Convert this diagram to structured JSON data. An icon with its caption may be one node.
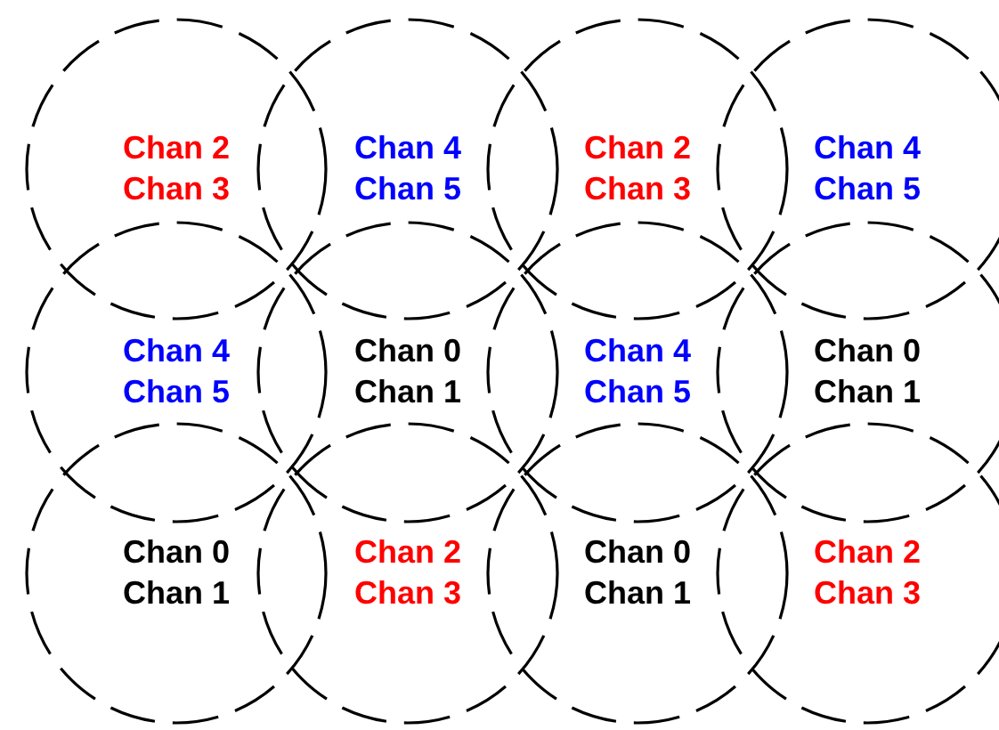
{
  "diagram": {
    "nodes": [
      {
        "text": [
          "Chan 2",
          "Chan 3"
        ]
      },
      {
        "text": [
          "Chan 4",
          "Chan 5"
        ]
      },
      {
        "text": [
          "Chan 2",
          "Chan 3"
        ]
      },
      {
        "text": [
          "Chan 4",
          "Chan 5"
        ]
      },
      {
        "text": [
          "Chan 4",
          "Chan 5"
        ]
      },
      {
        "text": [
          "Chan 0",
          "Chan 1"
        ]
      },
      {
        "text": [
          "Chan 4",
          "Chan 5"
        ]
      },
      {
        "text": [
          "Chan 0",
          "Chan 1"
        ]
      },
      {
        "text": [
          "Chan 0",
          "Chan 1"
        ]
      },
      {
        "text": [
          "Chan 2",
          "Chan 3"
        ]
      },
      {
        "text": [
          "Chan 0",
          "Chan 1"
        ]
      },
      {
        "text": [
          "Chan 2",
          "Chan 3"
        ]
      }
    ]
  }
}
